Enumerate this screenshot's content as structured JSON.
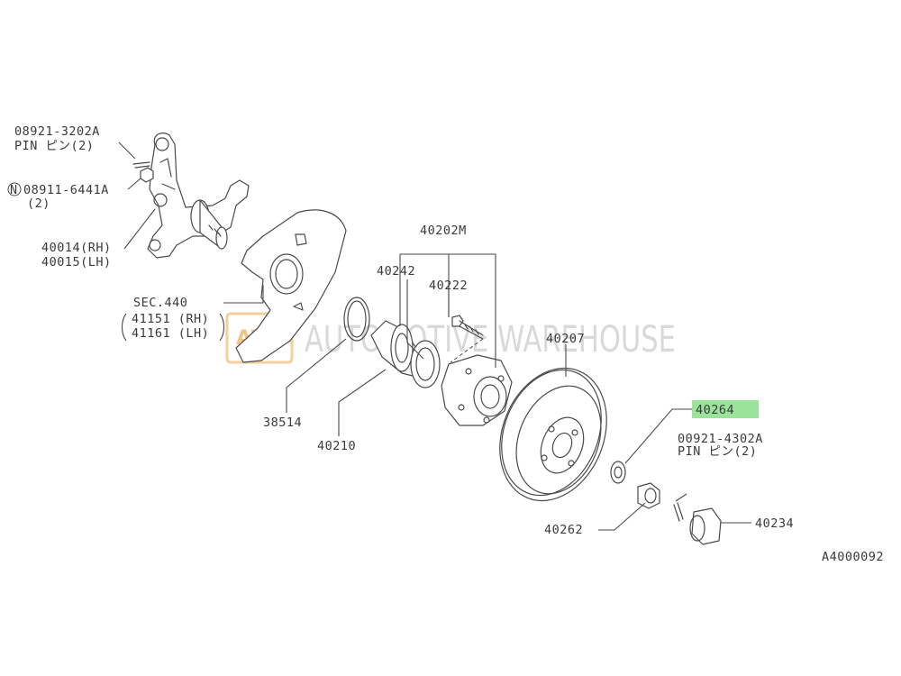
{
  "diagram_id": "A4000092",
  "highlight_color": "#9be39b",
  "watermark": {
    "logo_text": "AW",
    "text": "AUTOMOTIVE WAREHOUSE"
  },
  "labels": {
    "pin_upper_code": "08921-3202A",
    "pin_upper_desc": "PIN ピン(2)",
    "nut_code": "08911-6441A",
    "nut_marker": "N",
    "nut_qty": "(2)",
    "knuckle_rh": "40014(RH)",
    "knuckle_lh": "40015(LH)",
    "sec_ref": "SEC.440",
    "plate_rh": "41151 (RH)",
    "plate_lh": "41161 (LH)",
    "snap_ring": "38514",
    "bearing": "40210",
    "hub_assembly": "40202M",
    "seal": "40242",
    "bolt": "40222",
    "rotor": "40207",
    "washer": "40264",
    "pin_lower_code": "00921-4302A",
    "pin_lower_desc": "PIN ピン(2)",
    "nut_lower": "40262",
    "cap": "40234"
  }
}
